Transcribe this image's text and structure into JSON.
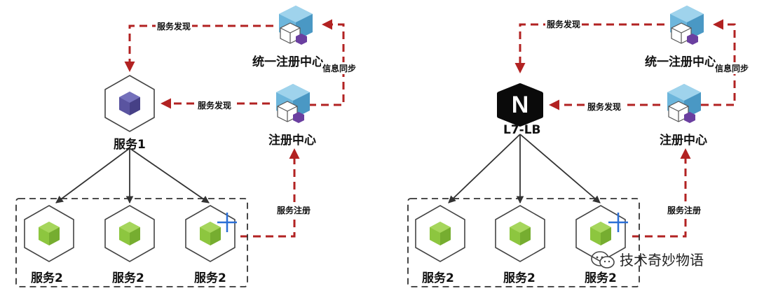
{
  "left": {
    "unified_registry_label": "统一注册中心",
    "registry_label": "注册中心",
    "service1_label": "服务1",
    "service2_labels": [
      "服务2",
      "服务2",
      "服务2"
    ],
    "edge_discovery_top": "服务发现",
    "edge_discovery_mid": "服务发现",
    "edge_sync": "信息同步",
    "edge_register": "服务注册"
  },
  "right": {
    "unified_registry_label": "统一注册中心",
    "registry_label": "注册中心",
    "lb_label": "L7-LB",
    "lb_letter": "N",
    "service2_labels": [
      "服务2",
      "服务2",
      "服务2"
    ],
    "edge_discovery_top": "服务发现",
    "edge_discovery_mid": "服务发现",
    "edge_sync": "信息同步",
    "edge_register": "服务注册"
  },
  "watermark": "技术奇妙物语",
  "colors": {
    "dashed_arrow": "#b22222",
    "solid_arrow": "#333333",
    "cube_blue": "#5ba4cf",
    "cube_purple": "#5b4f9e",
    "cube_green": "#8dc63f",
    "plus_blue": "#2b6fd6"
  }
}
